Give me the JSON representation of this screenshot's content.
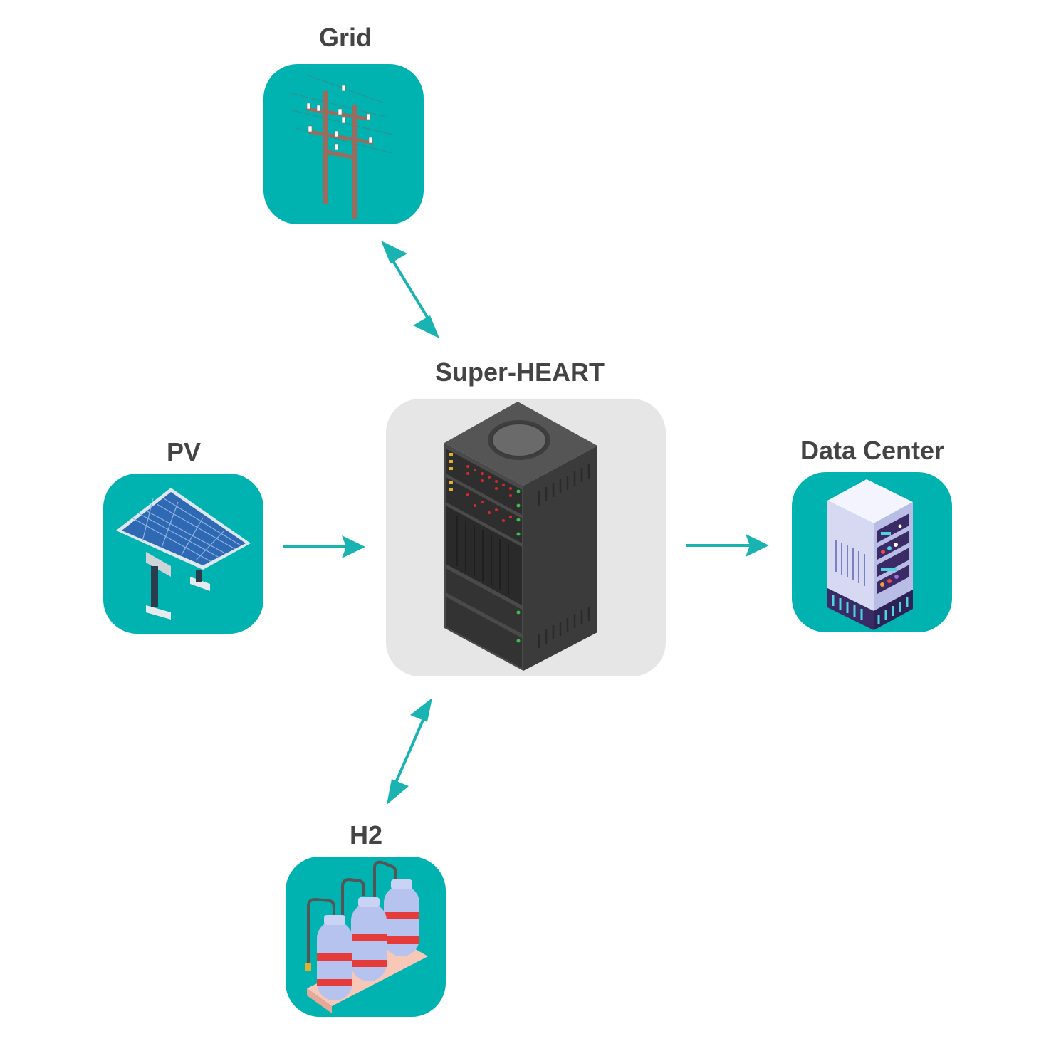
{
  "nodes": {
    "grid": {
      "label": "Grid"
    },
    "pv": {
      "label": "PV"
    },
    "center": {
      "label": "Super-HEART"
    },
    "datacenter": {
      "label": "Data Center"
    },
    "h2": {
      "label": "H2"
    }
  },
  "links": [
    {
      "from": "grid",
      "to": "center",
      "direction": "bidirectional"
    },
    {
      "from": "pv",
      "to": "center",
      "direction": "one-way"
    },
    {
      "from": "center",
      "to": "datacenter",
      "direction": "one-way"
    },
    {
      "from": "h2",
      "to": "center",
      "direction": "bidirectional"
    }
  ],
  "icons": {
    "grid": "power-pole-icon",
    "pv": "solar-panel-icon",
    "center": "server-rack-icon",
    "datacenter": "data-center-server-icon",
    "h2": "hydrogen-tanks-icon"
  },
  "colors": {
    "tile": "#00b2b0",
    "center_tile": "#e6e6e6",
    "arrow": "#19b3b1",
    "label": "#444444"
  }
}
